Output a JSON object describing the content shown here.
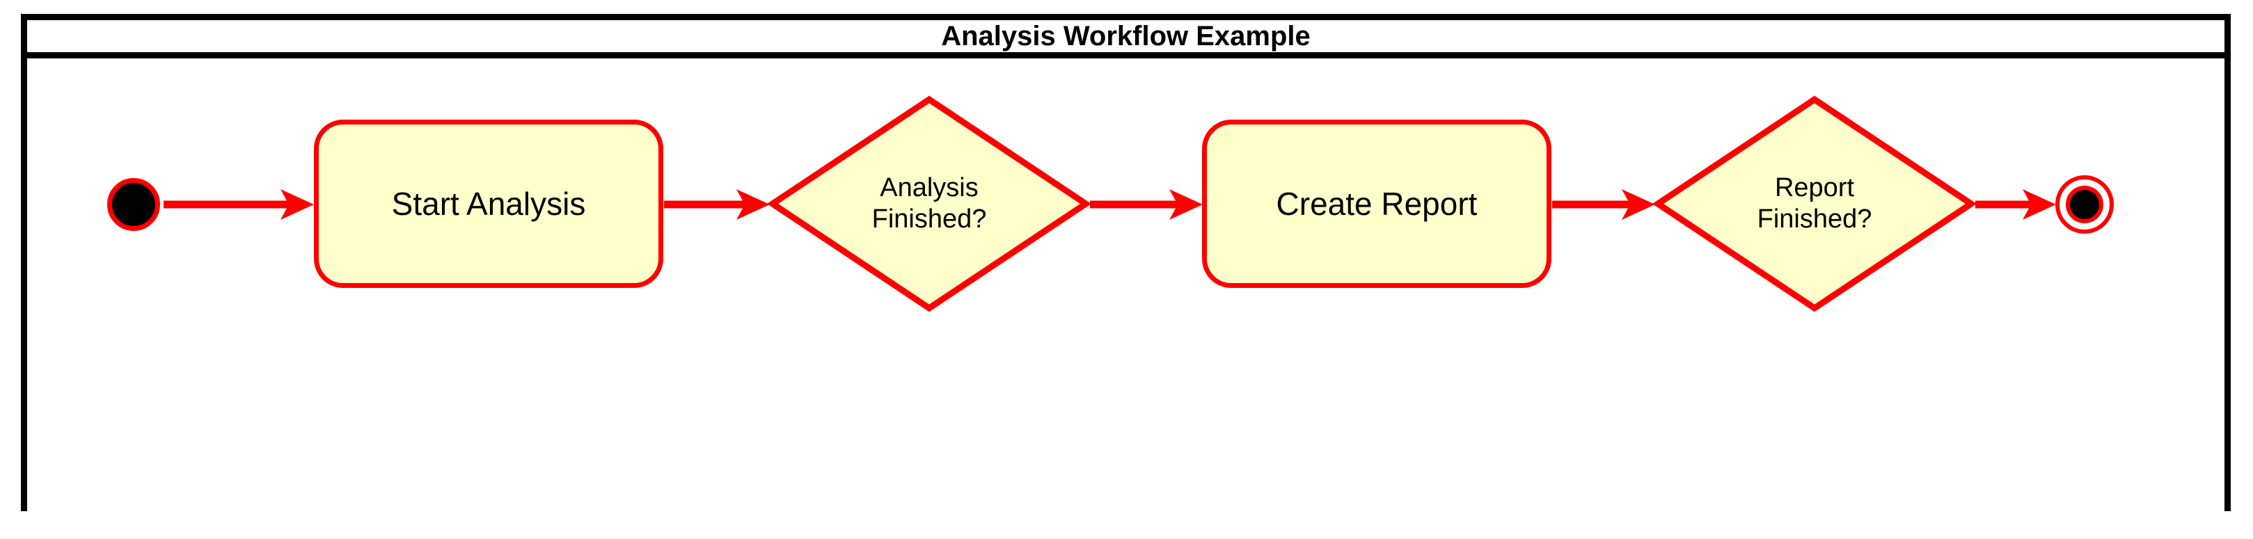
{
  "diagram": {
    "title": "Analysis Workflow Example",
    "type": "uml-activity-diagram",
    "colors": {
      "frame_border": "#000000",
      "node_border": "#FF0000",
      "node_fill": "#FFFFCC",
      "arrow": "#FF0000",
      "terminal_fill": "#000000",
      "text": "#000000",
      "background": "#FFFFFF"
    },
    "nodes": [
      {
        "id": "start",
        "kind": "initial-node",
        "label": ""
      },
      {
        "id": "act1",
        "kind": "activity",
        "label": "Start Analysis"
      },
      {
        "id": "dec1",
        "kind": "decision",
        "label_line1": "Analysis",
        "label_line2": "Finished?"
      },
      {
        "id": "act2",
        "kind": "activity",
        "label": "Create Report"
      },
      {
        "id": "dec2",
        "kind": "decision",
        "label_line1": "Report",
        "label_line2": "Finished?"
      },
      {
        "id": "end",
        "kind": "final-node",
        "label": ""
      }
    ],
    "edges": [
      {
        "from": "start",
        "to": "act1",
        "label": ""
      },
      {
        "from": "act1",
        "to": "dec1",
        "label": ""
      },
      {
        "from": "dec1",
        "to": "act2",
        "label": ""
      },
      {
        "from": "act2",
        "to": "dec2",
        "label": ""
      },
      {
        "from": "dec2",
        "to": "end",
        "label": ""
      }
    ]
  }
}
